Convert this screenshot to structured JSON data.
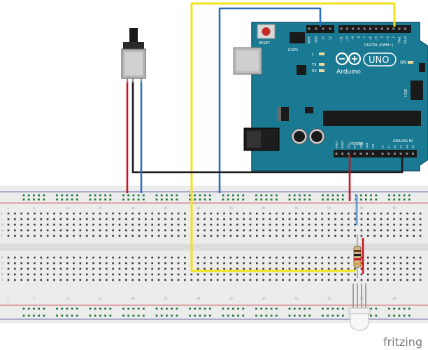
{
  "arduino": {
    "reset_label": "RESET",
    "icsp2_label": "ICSP2",
    "icsp_label": "ICSP",
    "brand": "Arduino",
    "model": "UNO",
    "on_label": "ON",
    "led_l": "L",
    "led_tx": "TX",
    "led_rx": "RX",
    "digital_label": "DIGITAL (PWM~)",
    "analog_label": "ANALOG IN",
    "power_label": "POWER",
    "top_pins": [
      "AREF",
      "GND",
      "13",
      "12",
      "~11",
      "~10",
      "~9",
      "8",
      "7",
      "~6",
      "~5",
      "4",
      "~3",
      "2",
      "TX▸1",
      "RX◂0"
    ],
    "power_pins": [
      "IOREF",
      "RESET",
      "3V3",
      "5V",
      "GND",
      "GND",
      "VIN"
    ],
    "analog_pins": [
      "A0",
      "A1",
      "A2",
      "A3",
      "A4",
      "A5"
    ]
  },
  "breadboard": {
    "col_numbers": [
      "1",
      "5",
      "10",
      "15",
      "20",
      "25",
      "30",
      "35",
      "40",
      "45",
      "50",
      "55",
      "60"
    ],
    "row_letters_top": [
      "J",
      "I",
      "H",
      "G",
      "F"
    ],
    "row_letters_bottom": [
      "E",
      "D",
      "C",
      "B",
      "A"
    ]
  },
  "watermark": "fritzing",
  "colors": {
    "arduino_teal": "#1b7a93",
    "wire_red": "#c8141e",
    "wire_black": "#1a1a1a",
    "wire_blue": "#2b6fb8",
    "wire_yellow": "#f2e21a",
    "breadboard": "#ececec"
  },
  "icons": [
    "potentiometer",
    "resistor",
    "rgb-led",
    "usb-connector",
    "dc-jack",
    "reset-button"
  ]
}
